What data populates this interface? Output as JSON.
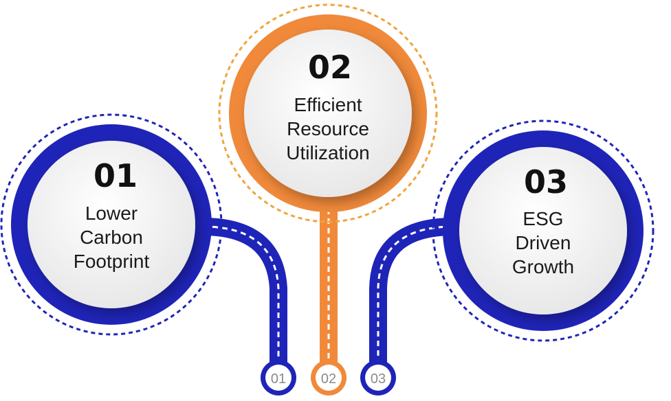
{
  "colors": {
    "blue": "#1f24b8",
    "orange": "#f0893a",
    "dotted_orange": "#f0a43a",
    "inner_fill": "#f4f4f4",
    "white": "#ffffff"
  },
  "items": [
    {
      "number": "01",
      "lines": [
        "Lower",
        "Carbon",
        "Footprint"
      ],
      "badge": "01",
      "color": "blue"
    },
    {
      "number": "02",
      "lines": [
        "Efficient",
        "Resource",
        "Utilization"
      ],
      "badge": "02",
      "color": "orange"
    },
    {
      "number": "03",
      "lines": [
        "ESG",
        "Driven",
        "Growth"
      ],
      "badge": "03",
      "color": "blue"
    }
  ]
}
